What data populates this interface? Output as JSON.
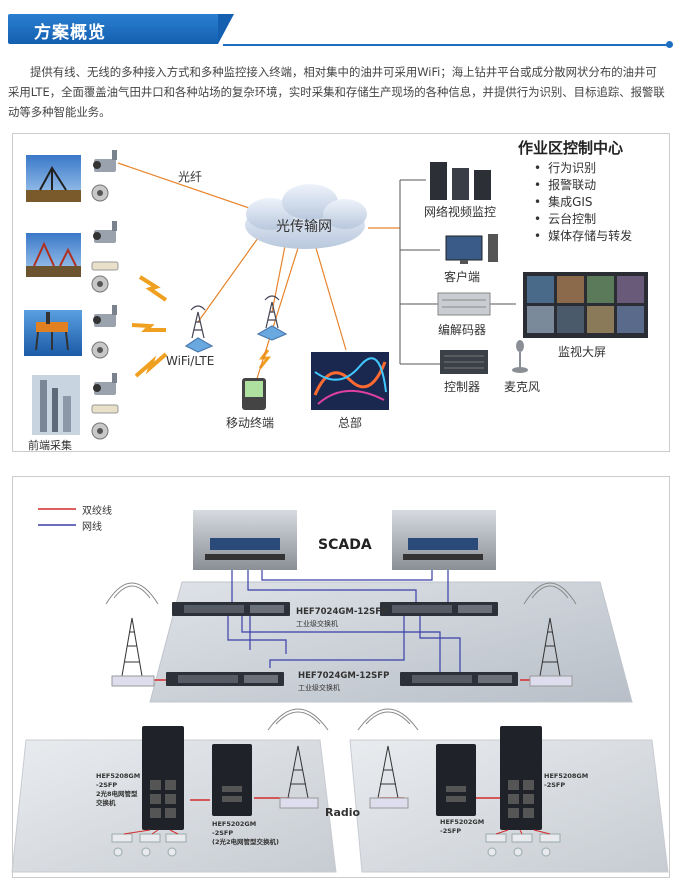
{
  "header": {
    "title": "方案概览"
  },
  "intro": "提供有线、无线的多种接入方式和多种监控接入终端，相对集中的油井可采用WiFi；海上钻井平台或成分散网状分布的油井可采用LTE，全面覆盖油气田井口和各种站场的复杂环境，实时采集和存储生产现场的各种信息，并提供行为识别、目标追踪、报警联动等多种智能业务。",
  "top_diagram": {
    "front_label": "前端采集",
    "fiber_label": "光纤",
    "network_label": "光传输网",
    "wifi_label": "WiFi/LTE",
    "mobile_label": "移动终端",
    "hq_label": "总部",
    "control_center": {
      "title": "作业区控制中心",
      "features": [
        "行为识别",
        "报警联动",
        "集成GIS",
        "云台控制",
        "媒体存储与转发"
      ]
    },
    "devices": {
      "video_monitor": "网络视频监控",
      "client": "客户端",
      "codec": "编解码器",
      "video_wall": "监视大屏",
      "controller": "控制器",
      "microphone": "麦克风"
    }
  },
  "bottom_diagram": {
    "legend": {
      "twisted_pair": "双绞线",
      "network_cable": "网线"
    },
    "scada_label": "SCADA",
    "switch_core_1": "HEF7024GM-12SFP",
    "switch_core_1_sub": "工业级交换机",
    "switch_core_2": "HEF7024GM-12SFP",
    "switch_core_2_sub": "工业级交换机",
    "radio_label": "Radio",
    "left_switch_a": [
      "HEF5208GM",
      "-2SFP",
      "2光8电网管型",
      "交换机"
    ],
    "left_switch_b": [
      "HEF5202GM",
      "-2SFP",
      "(2光2电网管型交换机)"
    ],
    "right_switch_a": [
      "HEF5202GM",
      "-2SFP"
    ],
    "right_switch_b": [
      "HEF5208GM",
      "-2SFP"
    ]
  },
  "colors": {
    "accent": "#1f6fc1",
    "twisted_pair": "#d42a2a",
    "network_cable": "#3a3fa8",
    "fiber": "#e8842c"
  }
}
